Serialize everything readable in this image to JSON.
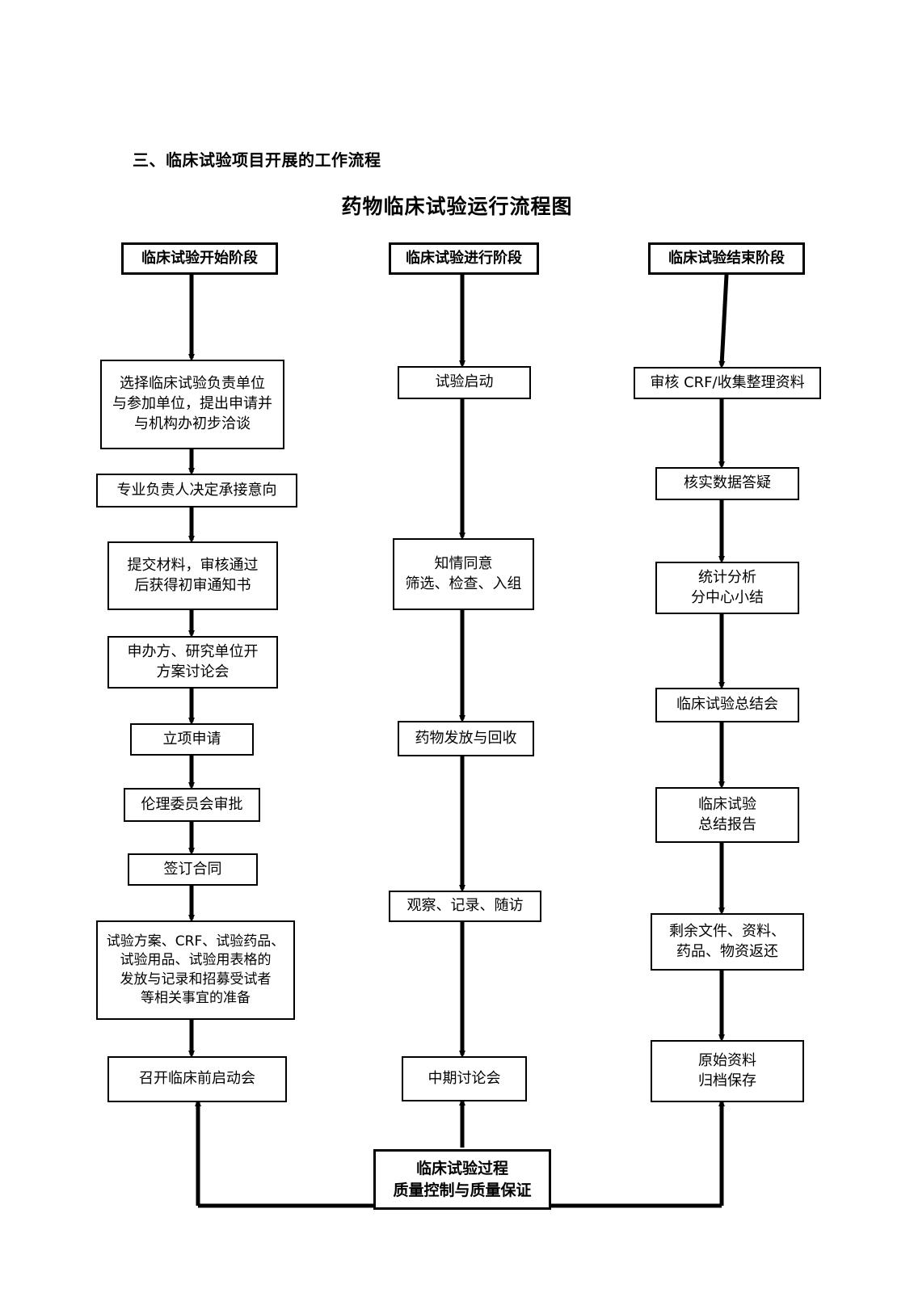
{
  "document": {
    "section_heading": "三、临床试验项目开展的工作流程",
    "chart_title": "药物临床试验运行流程图"
  },
  "chart_data": {
    "type": "diagram",
    "title": "药物临床试验运行流程图",
    "orientation": "three parallel vertical columns with bottom feedback box",
    "columns": [
      {
        "header": "临床试验开始阶段",
        "nodes": [
          "选择临床试验负责单位 / 与参加单位，提出申请并 / 与机构办初步洽谈",
          "专业负责人决定承接意向",
          "提交材料，审核通过 / 后获得初审通知书",
          "申办方、研究单位开 / 方案讨论会",
          "立项申请",
          "伦理委员会审批",
          "签订合同",
          "试验方案、CRF、试验药品、 / 试验用品、试验用表格的 / 发放与记录和招募受试者 / 等相关事宜的准备",
          "召开临床前启动会"
        ]
      },
      {
        "header": "临床试验进行阶段",
        "nodes": [
          "试验启动",
          "知情同意 / 筛选、检查、入组",
          "药物发放与回收",
          "观察、记录、随访",
          "中期讨论会"
        ]
      },
      {
        "header": "临床试验结束阶段",
        "nodes": [
          "审核 CRF/收集整理资料",
          "核实数据答疑",
          "统计分析 / 分中心小结",
          "临床试验总结会",
          "临床试验 / 总结报告",
          "剩余文件、资料、 / 药品、物资返还",
          "原始资料 / 归档保存"
        ]
      }
    ],
    "feedback_node": "临床试验过程 / 质量控制与质量保证",
    "feedback_targets": [
      "召开临床前启动会",
      "中期讨论会",
      "原始资料归档保存"
    ]
  },
  "left_column": {
    "header": "临床试验开始阶段",
    "n1_l1": "选择临床试验负责单位",
    "n1_l2": "与参加单位，提出申请并",
    "n1_l3": "与机构办初步洽谈",
    "n2": "专业负责人决定承接意向",
    "n3_l1": "提交材料，审核通过",
    "n3_l2": "后获得初审通知书",
    "n4_l1": "申办方、研究单位开",
    "n4_l2": "方案讨论会",
    "n5": "立项申请",
    "n6": "伦理委员会审批",
    "n7": "签订合同",
    "n8_l1": "试验方案、CRF、试验药品、",
    "n8_l2": "试验用品、试验用表格的",
    "n8_l3": "发放与记录和招募受试者",
    "n8_l4": "等相关事宜的准备",
    "n9": "召开临床前启动会"
  },
  "middle_column": {
    "header": "临床试验进行阶段",
    "n1": "试验启动",
    "n2_l1": "知情同意",
    "n2_l2": "筛选、检查、入组",
    "n3": "药物发放与回收",
    "n4": "观察、记录、随访",
    "n5": "中期讨论会"
  },
  "right_column": {
    "header": "临床试验结束阶段",
    "n1": "审核 CRF/收集整理资料",
    "n2": "核实数据答疑",
    "n3_l1": "统计分析",
    "n3_l2": "分中心小结",
    "n4": "临床试验总结会",
    "n5_l1": "临床试验",
    "n5_l2": "总结报告",
    "n6_l1": "剩余文件、资料、",
    "n6_l2": "药品、物资返还",
    "n7_l1": "原始资料",
    "n7_l2": "归档保存"
  },
  "feedback": {
    "l1": "临床试验过程",
    "l2": "质量控制与质量保证"
  }
}
